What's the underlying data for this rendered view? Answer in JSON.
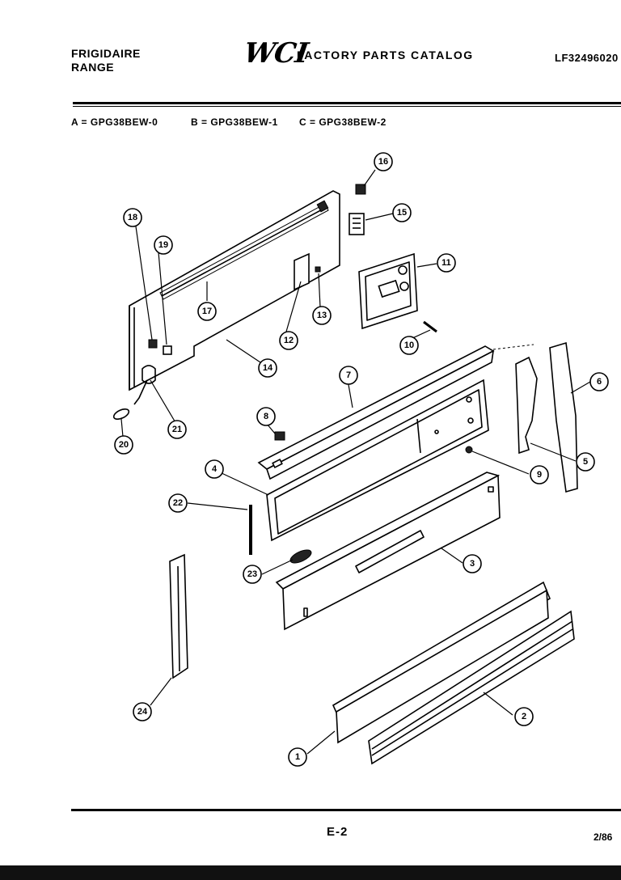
{
  "header": {
    "brand": "FRIGIDAIRE",
    "product": "RANGE",
    "logo": "WCI",
    "catalog_title": "FACTORY PARTS CATALOG",
    "model_number": "LF32496020"
  },
  "variants": [
    {
      "text": "A = GPG38BEW-0"
    },
    {
      "text": "B = GPG38BEW-1"
    },
    {
      "text": "C = GPG38BEW-2"
    }
  ],
  "callouts": [
    "16",
    "15",
    "18",
    "19",
    "11",
    "17",
    "12",
    "13",
    "10",
    "14",
    "7",
    "6",
    "8",
    "21",
    "20",
    "4",
    "9",
    "5",
    "22",
    "3",
    "23",
    "24",
    "2",
    "1"
  ],
  "footer": {
    "page": "E-2",
    "date": "2/86"
  }
}
